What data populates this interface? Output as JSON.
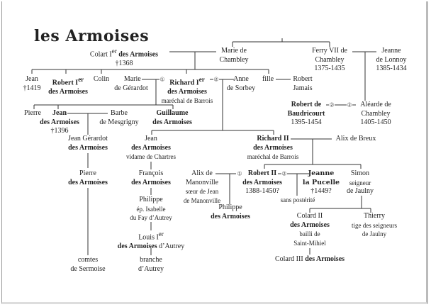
{
  "title": "les Armoises",
  "marks": {
    "first": "①",
    "second": "②"
  },
  "nodes": {
    "colart": {
      "name": "Colart I",
      "sup": "er",
      "surname": "des Armoises",
      "date": "†1368"
    },
    "marie_chambley": {
      "l1": "Marie de",
      "l2": "Chambley"
    },
    "ferry": {
      "l1": "Ferry VII de",
      "l2": "Chambley",
      "date": "1375-1435"
    },
    "jeanne_lonnoy": {
      "l1": "Jeanne",
      "l2": "de Lonnoy",
      "date": "1385-1434"
    },
    "jean1": {
      "l1": "Jean",
      "date": "†1419"
    },
    "robert1": {
      "name": "Robert I",
      "sup": "er",
      "surname": "des Armoises"
    },
    "colin": {
      "l1": "Colin"
    },
    "marie_gerardot": {
      "l1": "Marie",
      "l2": "de Gérardot"
    },
    "richard1": {
      "name": "Richard I",
      "sup": "er",
      "surname": "des Armoises",
      "title": "maréchal de Barrois"
    },
    "anne": {
      "l1": "Anne",
      "l2": "de Sorbey"
    },
    "fille": {
      "l1": "fille"
    },
    "robert_jamais": {
      "l1": "Robert",
      "l2": "Jamais"
    },
    "pierre1": {
      "l1": "Pierre"
    },
    "jean2": {
      "name": "Jean",
      "surname": "des Armoises",
      "date": "†1396"
    },
    "barbe": {
      "l1": "Barbe",
      "l2": "de Mesgrigny"
    },
    "guillaume": {
      "name": "Guillaume",
      "surname": "des Armoises"
    },
    "baudricourt": {
      "l1": "Robert de",
      "l2": "Baudricourt",
      "date": "1395-1454"
    },
    "linkmark_baud": "②",
    "linkmark_alearde": "②",
    "alearde": {
      "l1": "Aléarde de",
      "l2": "Chambley",
      "date": "1405-1450"
    },
    "jean_gerardot": {
      "l1": "Jean Gérardot",
      "surname": "des Armoises"
    },
    "jean_vidame": {
      "l1": "Jean",
      "surname": "des Armoises",
      "title": "vidame de Chartres"
    },
    "richard2": {
      "name": "Richard II",
      "surname": "des Armoises",
      "title": "maréchal de Barrois"
    },
    "alix_breux": {
      "l1": "Alix de Breux"
    },
    "pierre2": {
      "l1": "Pierre",
      "surname": "des Armoises"
    },
    "francois": {
      "l1": "François",
      "surname": "des Armoises"
    },
    "alix_manonville": {
      "l1": "Alix de",
      "l2": "Manonville",
      "l3": "sœur de Jean",
      "l4": "de Manonville"
    },
    "robert2": {
      "name": "Robert II",
      "surname": "des Armoises",
      "date": "1388-1450?"
    },
    "sans_posterite": "sans postérité",
    "jeanne": {
      "l1": "Jeanne",
      "l2": "la Pucelle",
      "date": "†1449?"
    },
    "simon": {
      "l1": "Simon",
      "l2": "seigneur",
      "l3": "de Jaulny"
    },
    "philippe1": {
      "l1": "Philippe",
      "surname": "des Armoises"
    },
    "philippe2": {
      "l1": "Philippe",
      "l2": "ép. Isabelle",
      "l3": "du Fay d’Autrey"
    },
    "colard2": {
      "l1": "Colard II",
      "surname": "des Armoises",
      "l3": "bailli de",
      "l4": "Saint-Mihiel"
    },
    "thierry": {
      "l1": "Thierry",
      "l2": "tige des seigneurs",
      "l3": "de Jaulny"
    },
    "louis": {
      "name": "Louis I",
      "sup": "er",
      "surname": "des Armoises",
      "suffix": "d’Autrey"
    },
    "colard3": {
      "l1": "Colard III",
      "surname": "des Armoises"
    },
    "sermoise": {
      "l1": "comtes",
      "l2": "de Sermoise"
    },
    "autrey": {
      "l1": "branche",
      "l2": "d’Autrey"
    }
  }
}
